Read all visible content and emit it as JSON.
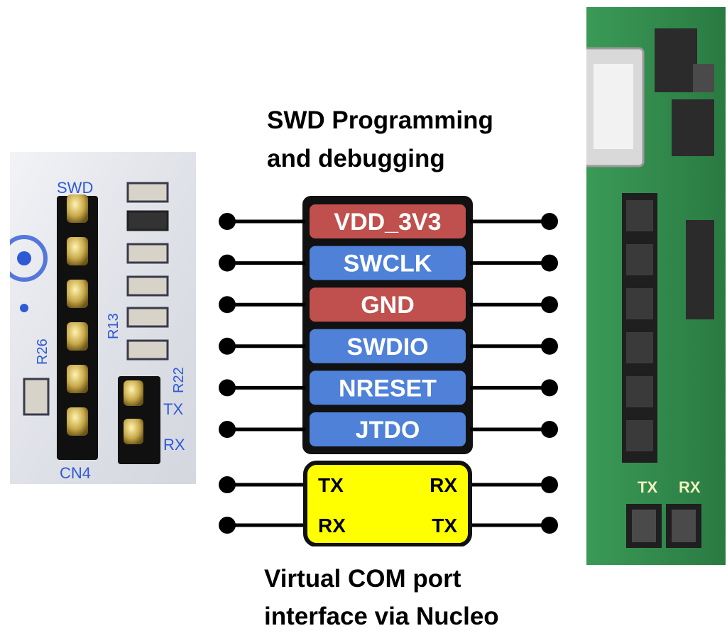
{
  "header": {
    "title_line1": "SWD Programming",
    "title_line2": "and debugging"
  },
  "footer": {
    "caption_line1": "Virtual COM port",
    "caption_line2": "interface via Nucleo"
  },
  "swd_pins": [
    {
      "label": "VDD_3V3",
      "color": "#c0504d"
    },
    {
      "label": "SWCLK",
      "color": "#4f81d9"
    },
    {
      "label": "GND",
      "color": "#c0504d"
    },
    {
      "label": "SWDIO",
      "color": "#4f81d9"
    },
    {
      "label": "NRESET",
      "color": "#4f81d9"
    },
    {
      "label": "JTDO",
      "color": "#4f81d9"
    }
  ],
  "uart": {
    "color": "#ffff00",
    "rows": [
      {
        "left": "TX",
        "right": "RX"
      },
      {
        "left": "RX",
        "right": "TX"
      }
    ]
  },
  "left_board": {
    "color": "#e8eaf0",
    "labels": {
      "swd": "SWD",
      "cn4": "CN4",
      "r13": "R13",
      "r26": "R26",
      "tx": "TX",
      "rx": "RX",
      "r22": "R22"
    }
  },
  "right_board": {
    "color": "#2f8a4a",
    "labels": {
      "tx": "TX",
      "rx": "RX"
    }
  }
}
